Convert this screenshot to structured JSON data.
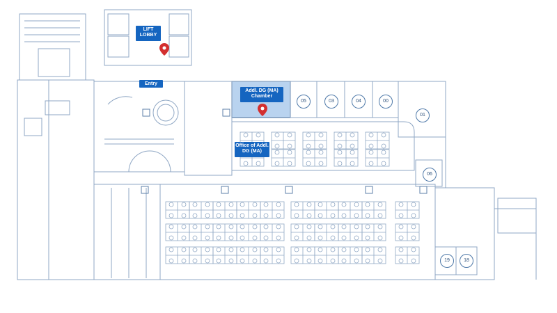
{
  "labels": {
    "lift_lobby": "LIFT\nLOBBY",
    "entry": "Entry",
    "chamber": "Addl. DG (MA)\nChamber",
    "office": "Office of Addl.\nDG (MA)"
  },
  "rooms": {
    "r05": "05",
    "r03": "03",
    "r04": "04",
    "r00": "00",
    "r01": "01",
    "r06": "06",
    "r19": "19",
    "r18": "18"
  },
  "colors": {
    "line": "#8fa7c4",
    "line_dark": "#5c7fa8",
    "label_bg": "#1565c0",
    "highlight": "#b9d3ef",
    "pin": "#d32f2f"
  },
  "icons": {
    "marker": "map-pin-icon"
  }
}
